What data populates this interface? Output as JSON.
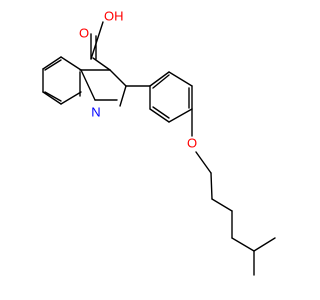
{
  "molecule": {
    "atoms": {
      "O1": {
        "text": "O",
        "color": "#ff0000"
      },
      "OH": {
        "text": "OH",
        "color": "#ff0000"
      },
      "N": {
        "text": "N",
        "color": "#0000ff"
      },
      "O2": {
        "text": "O",
        "color": "#ff0000"
      }
    },
    "bond_color": "#000000"
  }
}
